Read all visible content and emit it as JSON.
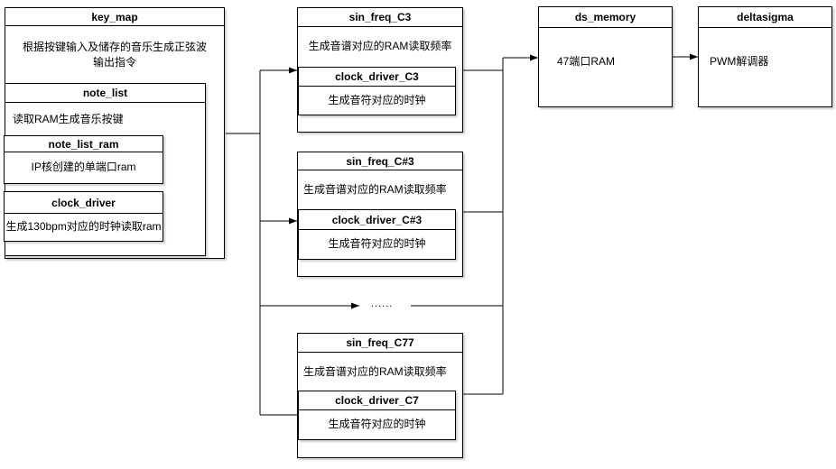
{
  "boxes": {
    "key_map": {
      "title": "key_map",
      "desc": "根据按键输入及储存的音乐生成正弦波\n输出指令"
    },
    "note_list": {
      "title": "note_list",
      "desc": "读取RAM生成音乐按键"
    },
    "note_list_ram": {
      "title": "note_list_ram",
      "desc": "IP核创建的单端口ram"
    },
    "clock_driver": {
      "title": "clock_driver",
      "desc": "生成130bpm对应的时钟读取ram"
    },
    "sin_freq_c3": {
      "title": "sin_freq_C3",
      "desc": "生成音谱对应的RAM读取频率"
    },
    "clock_driver_c3": {
      "title": "clock_driver_C3",
      "desc": "生成音符对应的时钟"
    },
    "sin_freq_cs3": {
      "title": "sin_freq_C#3",
      "desc": "生成音谱对应的RAM读取频率"
    },
    "clock_driver_cs3": {
      "title": "clock_driver_C#3",
      "desc": "生成音符对应的时钟"
    },
    "sin_freq_c77": {
      "title": "sin_freq_C77",
      "desc": "生成音谱对应的RAM读取频率"
    },
    "clock_driver_c7": {
      "title": "clock_driver_C7",
      "desc": "生成音符对应的时钟"
    },
    "ds_memory": {
      "title": "ds_memory",
      "desc": "47端口RAM"
    },
    "deltasigma": {
      "title": "deltasigma",
      "desc": "PWM解调器"
    }
  },
  "ellipsis_label": "......",
  "colors": {
    "stroke": "#000000",
    "background": "#ffffff",
    "text": "#000000"
  }
}
